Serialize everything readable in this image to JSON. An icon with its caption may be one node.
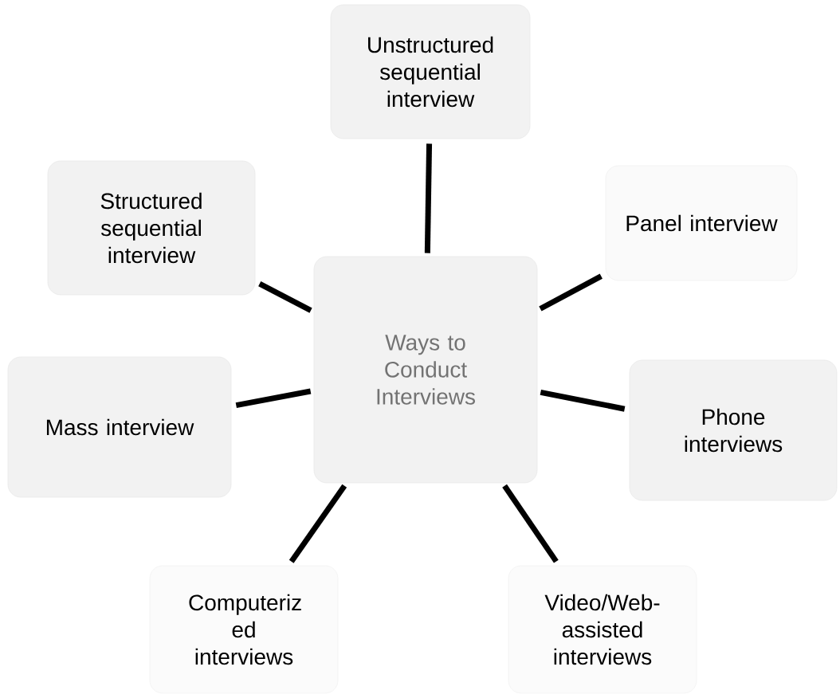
{
  "diagram": {
    "nodes": [
      {
        "text": [
          "Ways to Conduct Interviews"
        ]
      },
      {
        "text": [
          "Unstructured sequential interview"
        ]
      },
      {
        "text": [
          "Structured sequential interview"
        ]
      },
      {
        "text": [
          "Panel interview"
        ]
      },
      {
        "text": [
          "Mass interview"
        ]
      },
      {
        "text": [
          "Phone interviews"
        ]
      },
      {
        "text": [
          "Computeriz ed interviews"
        ]
      },
      {
        "text": [
          "Video/Web- assisted interviews"
        ]
      }
    ],
    "edges": [
      {
        "from": 0,
        "to": 1,
        "arrow": "none"
      },
      {
        "from": 0,
        "to": 2,
        "arrow": "none"
      },
      {
        "from": 0,
        "to": 3,
        "arrow": "none"
      },
      {
        "from": 0,
        "to": 4,
        "arrow": "none"
      },
      {
        "from": 0,
        "to": 5,
        "arrow": "none"
      },
      {
        "from": 0,
        "to": 6,
        "arrow": "none"
      },
      {
        "from": 0,
        "to": 7,
        "arrow": "none"
      }
    ]
  }
}
